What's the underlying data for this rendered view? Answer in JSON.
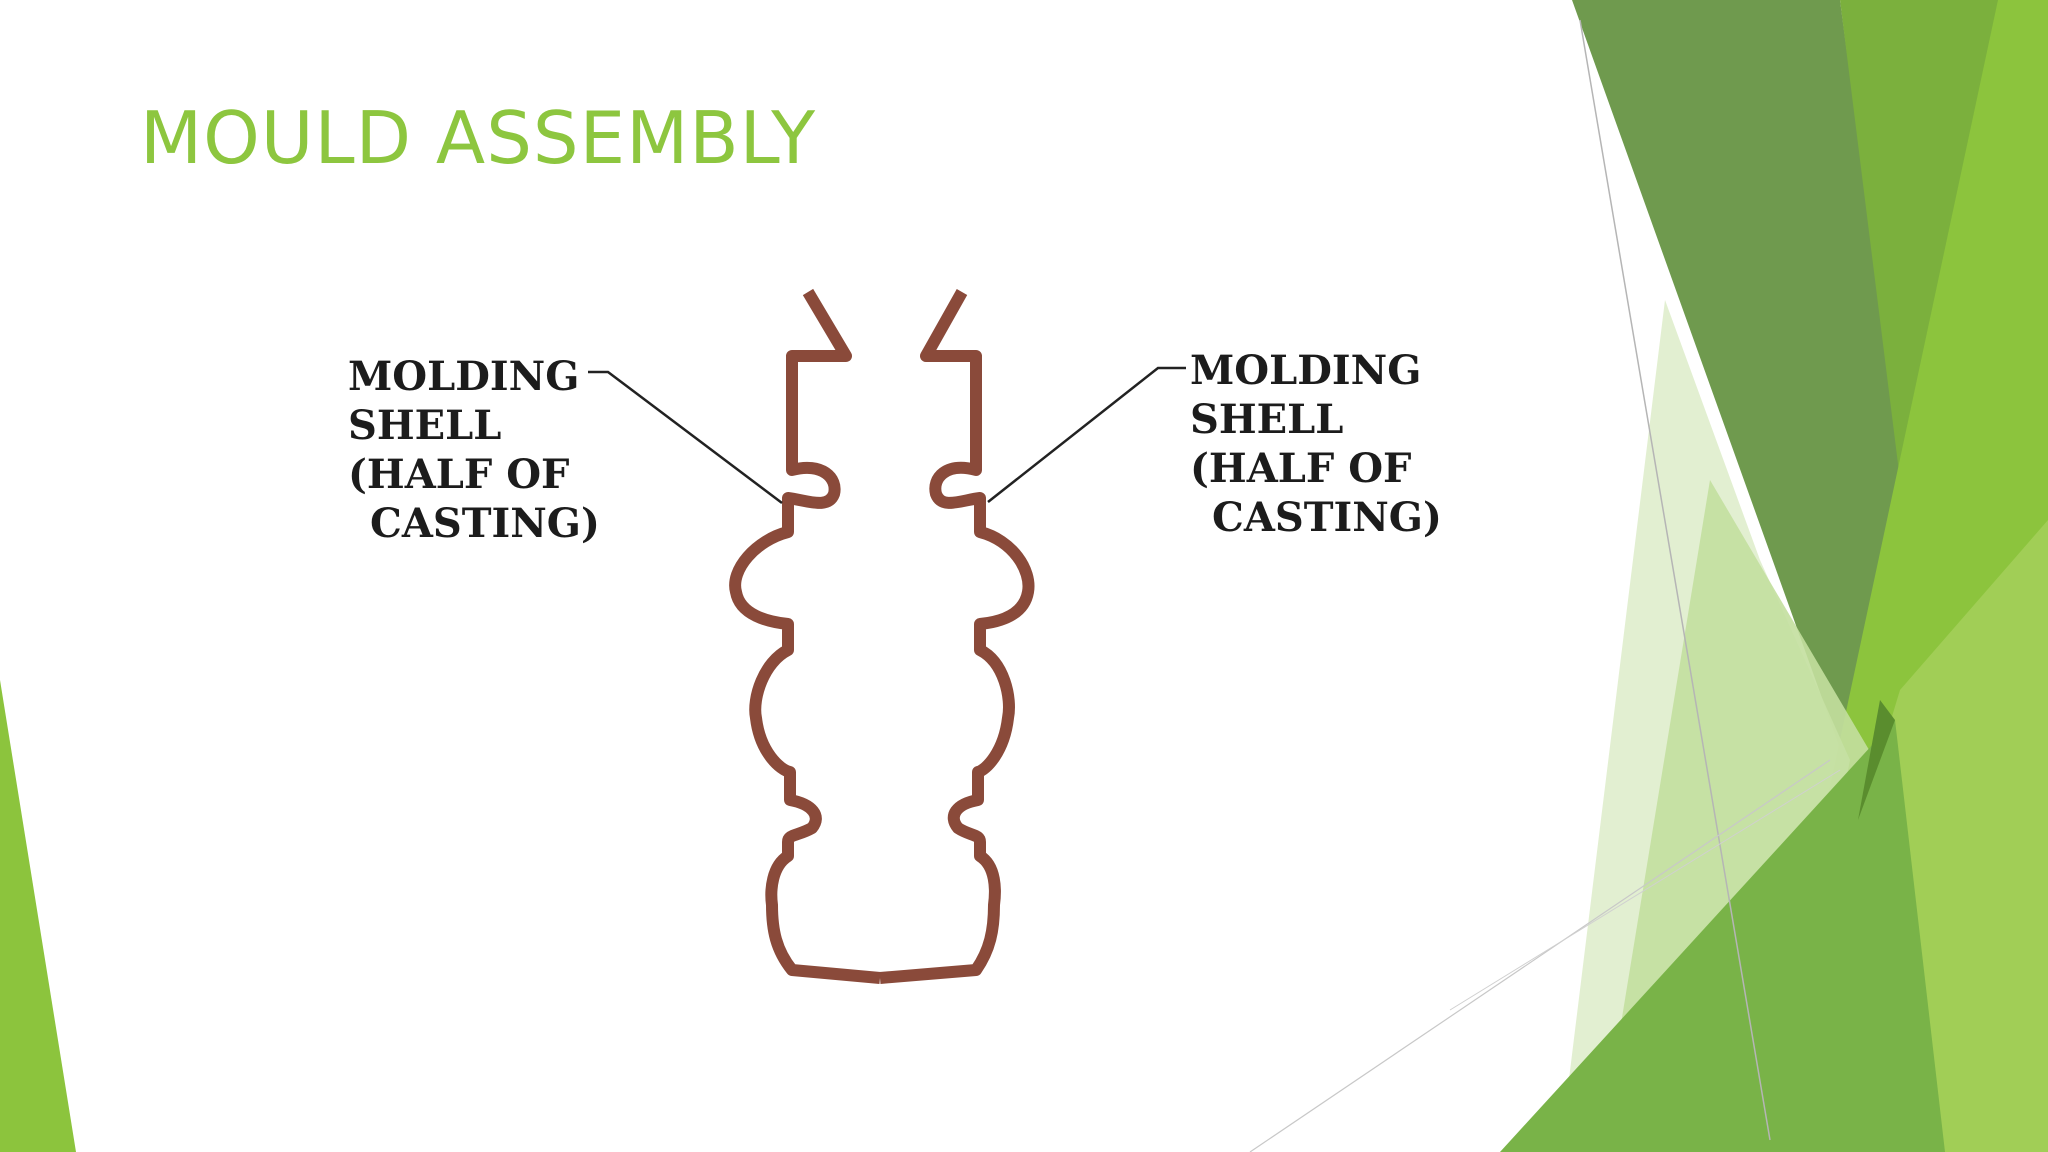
{
  "slide": {
    "title": "MOULD ASSEMBLY"
  },
  "diagram": {
    "left_label": {
      "line1": "MOLDING",
      "line2": "SHELL",
      "line3": "(HALF OF",
      "line4": "CASTING)"
    },
    "right_label": {
      "line1": "MOLDING",
      "line2": "SHELL",
      "line3": "(HALF OF",
      "line4": "CASTING)"
    },
    "shell_color": "#8a4a3a"
  },
  "theme": {
    "accent": "#8dc63f",
    "dark_green": "#6e9a4f",
    "mid_green": "#7cb342",
    "light_green": "#c5e0a5"
  }
}
